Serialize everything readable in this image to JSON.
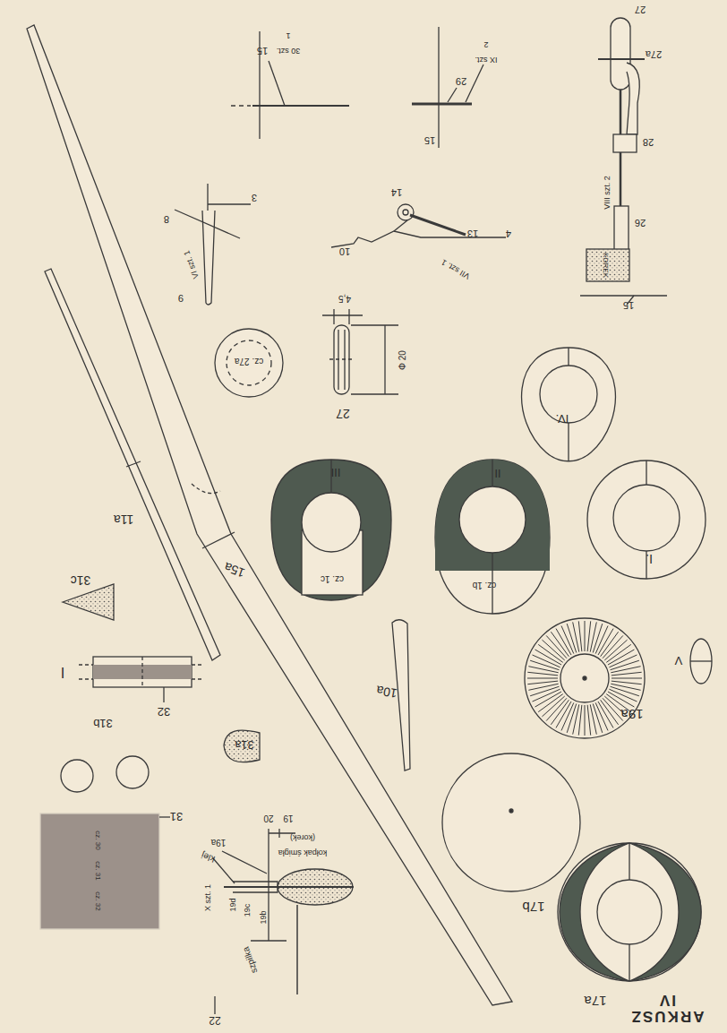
{
  "diagram": {
    "nodes": [
      {
        "text": [
          "I."
        ]
      },
      {
        "text": [
          "II",
          "cz. 1b"
        ]
      },
      {
        "text": [
          "III",
          "cz. 1c"
        ]
      },
      {
        "text": [
          "IV."
        ]
      },
      {
        "text": [
          "V"
        ]
      },
      {
        "text": [
          "cz. 27a"
        ]
      },
      {
        "text": [
          "cz. 30",
          "cz. 31",
          "cz. 32"
        ]
      },
      {
        "text": [
          "KOREK"
        ]
      }
    ],
    "labels": [
      "ARKUSZ IV",
      "15a",
      "11a",
      "10a",
      "31c",
      "I",
      "32",
      "31b",
      "31a",
      "31",
      "19a",
      "17b",
      "17a",
      "22",
      "szpilka",
      "X szt. 1",
      "19d",
      "19c",
      "19b",
      "klej",
      "19a",
      "20",
      "19",
      "kołpak śmigła (korek)",
      "27",
      "4,5",
      "Φ 20",
      "27",
      "27a",
      "28",
      "VIII szt. 2",
      "26",
      "15",
      "29",
      "IX szt. 2",
      "15",
      "30 szt. 1",
      "15",
      "3",
      "8",
      "VI szt. 1",
      "9",
      "14",
      "13",
      "10",
      "4",
      "VII szt. 1"
    ]
  }
}
